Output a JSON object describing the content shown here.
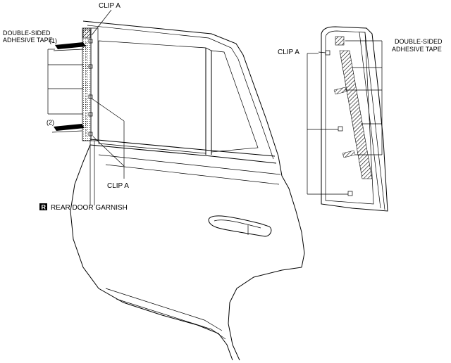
{
  "labels": {
    "clip_a_top": "CLIP A",
    "clip_a_bottom": "CLIP A",
    "clip_a_right": "CLIP A",
    "tape_left_line1": "DOUBLE-SIDED",
    "tape_left_line2": "ADHESIVE TAPE",
    "tape_right_line1": "DOUBLE-SIDED",
    "tape_right_line2": "ADHESIVE TAPE",
    "callout_1": "(1)",
    "callout_2": "(2)",
    "badge_letter": "R",
    "garnish_label": "REAR DOOR GARNISH"
  },
  "colors": {
    "line": "#000000",
    "badge_bg": "#000000",
    "badge_text": "#ffffff"
  }
}
